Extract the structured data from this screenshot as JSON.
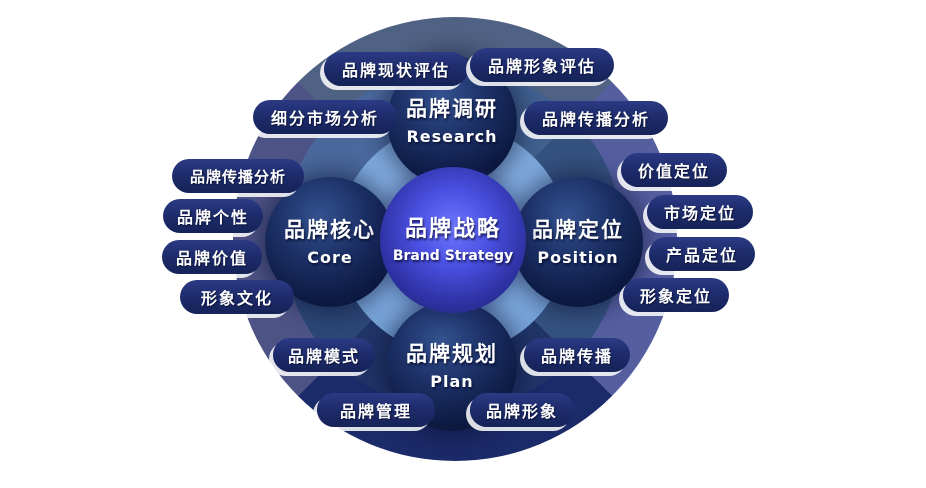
{
  "center_node": {
    "zh": "品牌战略",
    "en": "Brand Strategy"
  },
  "nodes": {
    "research": {
      "zh": "品牌调研",
      "en": "Research"
    },
    "core": {
      "zh": "品牌核心",
      "en": "Core"
    },
    "position": {
      "zh": "品牌定位",
      "en": "Position"
    },
    "plan": {
      "zh": "品牌规划",
      "en": "Plan"
    }
  },
  "pills": [
    {
      "text": "品牌现状评估"
    },
    {
      "text": "品牌形象评估"
    },
    {
      "text": "细分市场分析"
    },
    {
      "text": "品牌传播分析"
    },
    {
      "text": "价值定位"
    },
    {
      "text": "市场定位"
    },
    {
      "text": "产品定位"
    },
    {
      "text": "形象定位"
    },
    {
      "text": "品牌传播分析"
    },
    {
      "text": "品牌个性"
    },
    {
      "text": "品牌价值"
    },
    {
      "text": "形象文化"
    },
    {
      "text": "品牌模式"
    },
    {
      "text": "品牌传播"
    },
    {
      "text": "品牌管理"
    },
    {
      "text": "品牌形象"
    }
  ],
  "colors": {
    "wedge_top": "#506283",
    "wedge_right": "#555e9f",
    "wedge_bottom": "#1b2a68",
    "wedge_left": "#4d5385",
    "ring_highlight": "#4a689c",
    "inner_circle": "#7aa6da",
    "pill_navy": "#1c2a68",
    "sphere_dark": "#0c1a42",
    "center_bright": "#4a50e2",
    "star_white": "#ffffff",
    "background": "#ffffff"
  }
}
